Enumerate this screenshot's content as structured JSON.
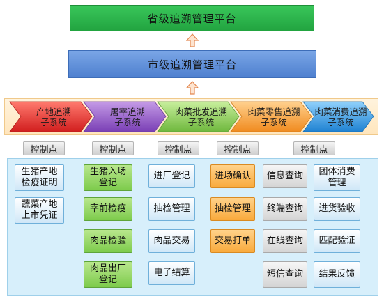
{
  "platforms": {
    "province": "省级追溯管理平台",
    "city": "市级追溯管理平台"
  },
  "subsystems": [
    {
      "label": "产地追溯\n子系统",
      "color": "#e0322a"
    },
    {
      "label": "屠宰追溯\n子系统",
      "color": "#8a4fc2"
    },
    {
      "label": "肉菜批发追溯\n子系统",
      "color": "#7ec24b"
    },
    {
      "label": "肉菜零售追溯\n子系统",
      "color": "#f39a2d"
    },
    {
      "label": "肉菜消费追溯\n子系统",
      "color": "#2f8fd8"
    }
  ],
  "control_point_label": "控制点",
  "columns": {
    "origin": [
      "生猪产地\n检疫证明",
      "蔬菜产地\n上市凭证"
    ],
    "slaughter": [
      "生猪入场\n登记",
      "宰前检疫",
      "肉品检验",
      "肉品出厂\n登记"
    ],
    "wholesale": [
      "进厂登记",
      "抽检管理",
      "肉品交易",
      "电子结算"
    ],
    "retail": [
      "进场确认",
      "抽检管理",
      "交易打单"
    ],
    "query": [
      "信息查询",
      "终端查询",
      "在线查询",
      "短信查询"
    ],
    "consumption": [
      "团体消费\n管理",
      "进货验收",
      "匹配验证",
      "结果反馈"
    ]
  }
}
